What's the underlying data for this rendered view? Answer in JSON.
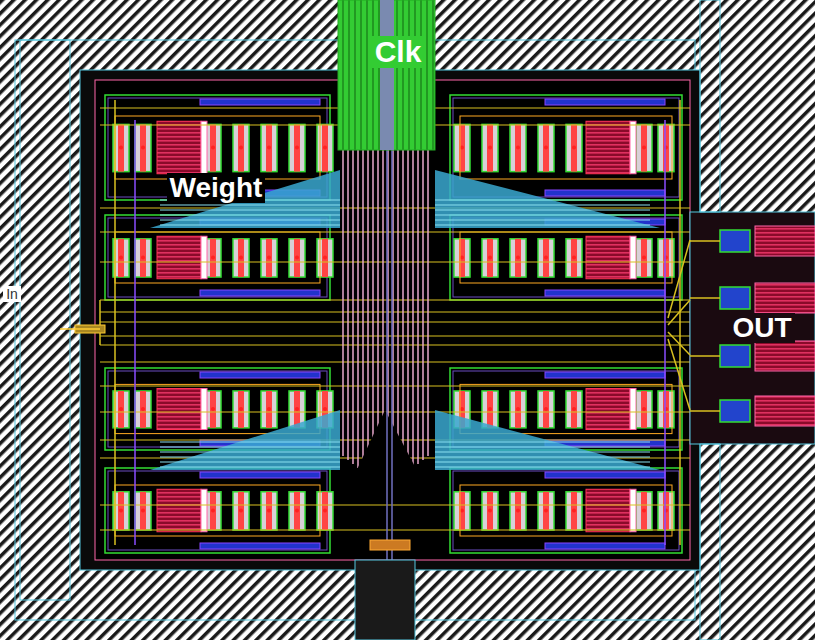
{
  "diagram": {
    "labels": [
      "Clk",
      "Weight",
      "OUT",
      "In"
    ]
  }
}
